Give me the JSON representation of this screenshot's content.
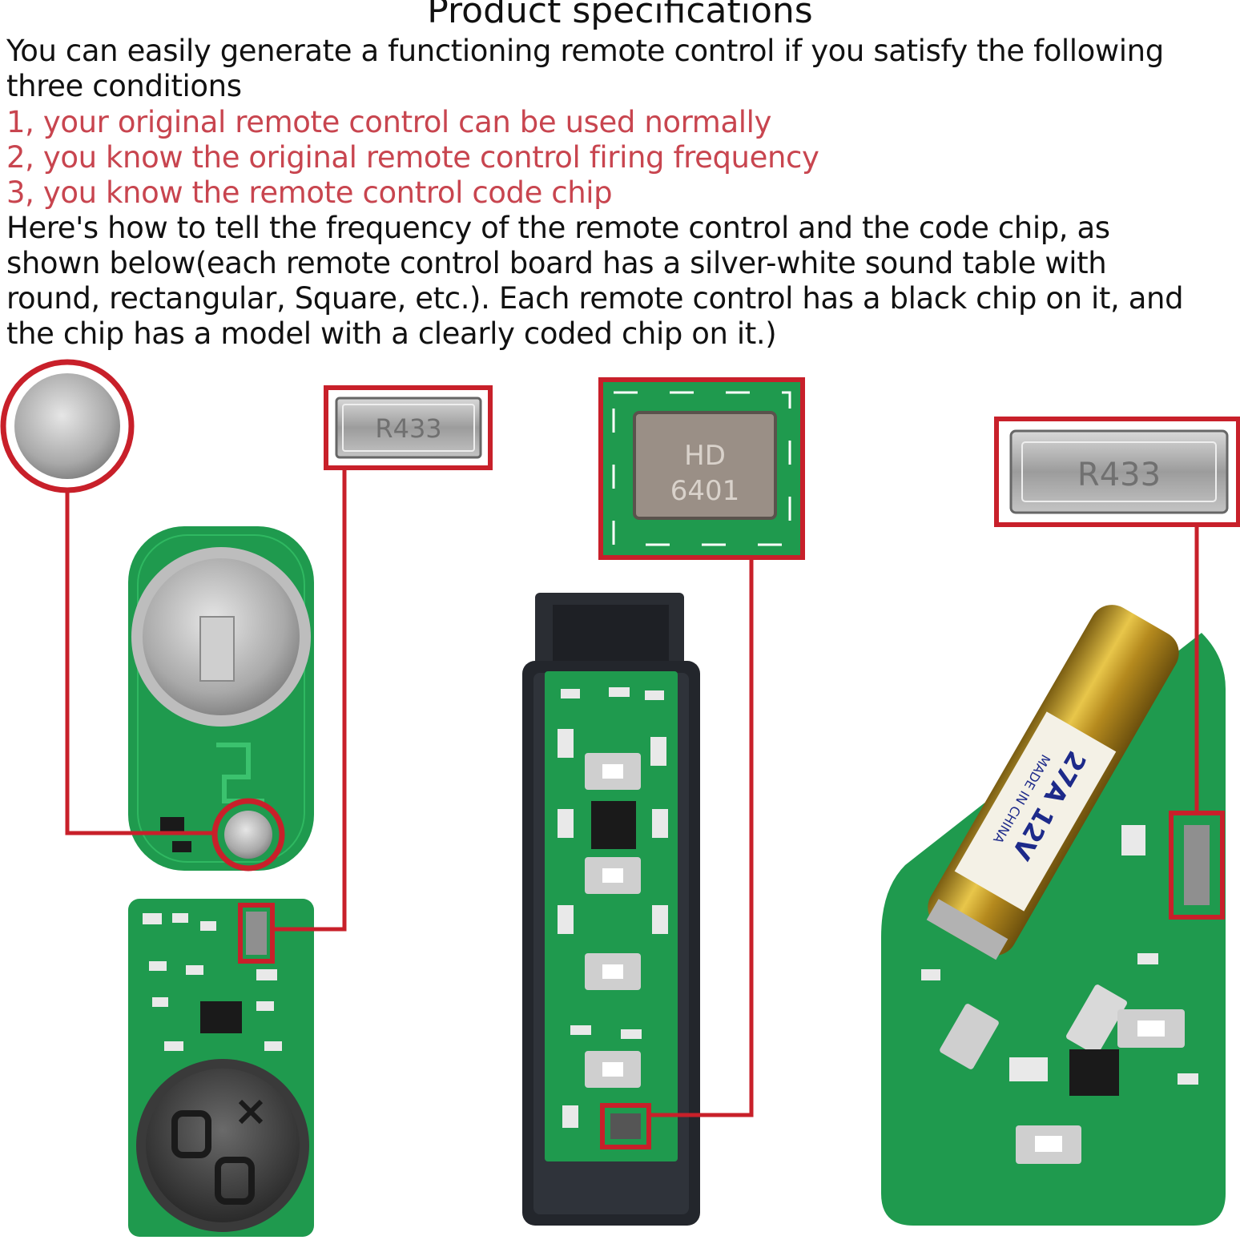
{
  "title": "Product specifications",
  "intro": [
    "You can easily generate a functioning remote control if you satisfy the following",
    "three conditions"
  ],
  "conditions": [
    "1, your original remote control can be used normally",
    "2, you know the original remote control firing frequency",
    "3, you know the remote control code chip"
  ],
  "explanation": [
    "Here's how to tell the frequency of the remote control and the code chip, as",
    "shown below(each remote control board has a silver-white sound table with",
    "round, rectangular, Square, etc.). Each remote control has a black chip on it, and",
    "the chip has a model with a clearly coded chip on it.)"
  ],
  "photo": {
    "callouts": {
      "resonator_1": "R433",
      "code_chip": [
        "HD",
        "6401"
      ],
      "resonator_2": "R433"
    },
    "battery_label": [
      "27A 12V",
      "MADE IN CHINA"
    ]
  },
  "colors": {
    "highlight_red": "#c8454f",
    "callout_red": "#c8202a",
    "pcb_green": "#1f9a4e"
  }
}
